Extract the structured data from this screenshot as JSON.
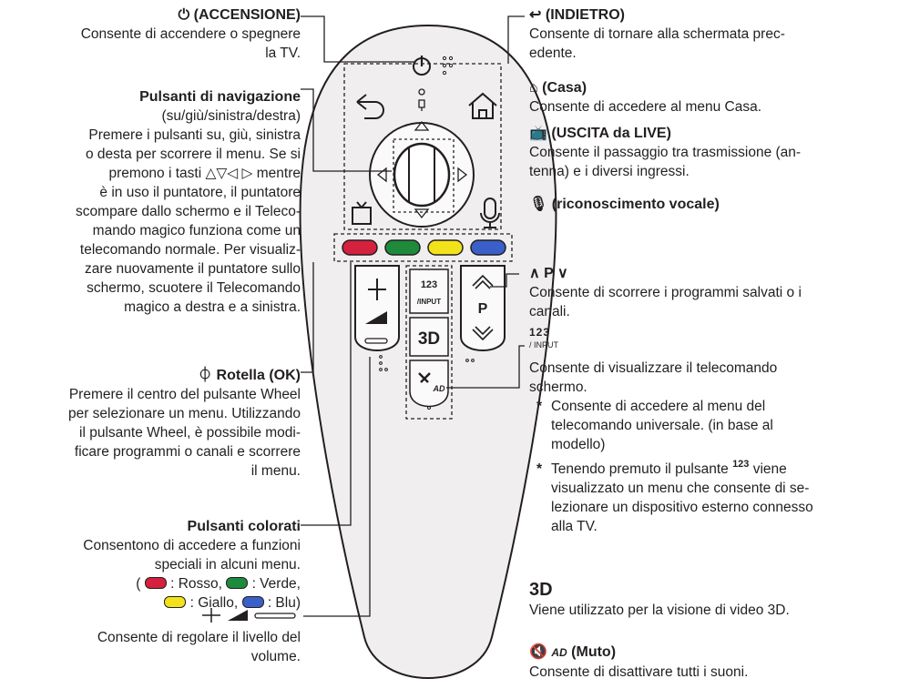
{
  "left": {
    "power": {
      "icon": "⏻",
      "title": "(ACCENSIONE)",
      "lines": [
        "Consente di accendere o spegnere",
        "la TV."
      ]
    },
    "nav": {
      "title": "Pulsanti di navigazione",
      "subtitle": "(su/giù/sinistra/destra)",
      "lines": [
        "Premere i pulsanti su, giù, sinistra",
        "o desta per scorrere il menu. Se si",
        "premono i tasti △▽◁ ▷ mentre",
        "è in uso il puntatore, il puntatore",
        "scompare dallo schermo e il Teleco-",
        "mando magico funziona come un",
        "telecomando normale. Per visualiz-",
        "zare nuovamente il puntatore sullo",
        "schermo, scuotere il Telecomando",
        "magico a destra e a sinistra."
      ]
    },
    "wheel": {
      "icon": "⏀",
      "title": "Rotella (OK)",
      "lines": [
        "Premere il centro del pulsante Wheel",
        "per selezionare un menu. Utilizzando",
        "il pulsante Wheel, è possibile modi-",
        "ficare programmi o canali e scorrere",
        "il menu."
      ]
    },
    "color": {
      "title": "Pulsanti colorati",
      "lines": [
        "Consentono di accedere a funzioni",
        "speciali in alcuni menu."
      ],
      "red_label": ": Rosso,",
      "green_label": ": Verde,",
      "yellow_label": ": Giallo,",
      "blue_label": ": Blu)",
      "open_paren": "("
    },
    "volume": {
      "lines": [
        "Consente di regolare il livello del",
        "volume."
      ]
    }
  },
  "right": {
    "back": {
      "icon": "↩",
      "title": "(INDIETRO)",
      "lines": [
        "Consente di tornare alla schermata prec-",
        "edente."
      ]
    },
    "home": {
      "icon": "⌂",
      "title": "(Casa)",
      "lines": [
        "Consente di accedere al menu Casa."
      ]
    },
    "live": {
      "icon": "📺",
      "title": "(USCITA da LIVE)",
      "lines": [
        "Consente il passaggio tra trasmissione (an-",
        "tenna) e i diversi ingressi."
      ]
    },
    "voice": {
      "icon": "🎙",
      "title": "(riconoscimento vocale)"
    },
    "prog": {
      "title": "P",
      "lines": [
        "Consente di scorrere i programmi salvati o i",
        "canali."
      ]
    },
    "input": {
      "key_digits": "123",
      "key_sub": "/ INPUT",
      "lines": [
        "Consente di visualizzare il telecomando",
        "schermo."
      ],
      "bullet1": [
        "Consente di accedere al menu del",
        "telecomando universale. (in base al",
        "modello)"
      ],
      "bullet2_pre": "Tenendo premuto il pulsante",
      "bullet2_post": "viene",
      "bullet2_rest": [
        "visualizzato un menu che consente di se-",
        "lezionare un dispositivo esterno connesso",
        "alla TV."
      ],
      "star": "*"
    },
    "threed": {
      "title": "3D",
      "lines": [
        "Viene utilizzato per la visione di video 3D."
      ]
    },
    "mute": {
      "sub": "AD",
      "title": "(Muto)",
      "lines": [
        "Consente di disattivare tutti i suoni."
      ]
    }
  },
  "remote": {
    "key_123": "123",
    "key_input": "/INPUT",
    "key_3d": "3D",
    "key_p": "P",
    "key_ad": "AD"
  },
  "colors": {
    "red": "#d4213d",
    "green": "#1e8a3c",
    "yellow": "#f2e21a",
    "blue": "#3a5fc8",
    "body": "#f0eeee",
    "ink": "#231f20"
  }
}
